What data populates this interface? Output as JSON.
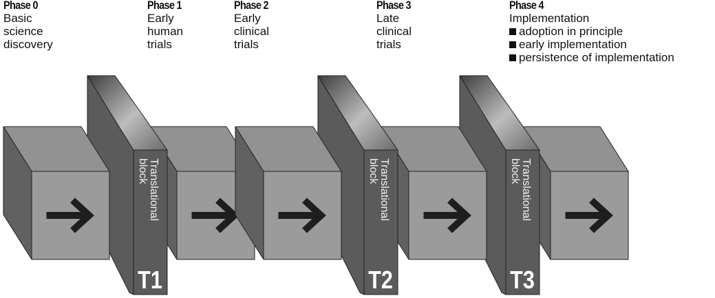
{
  "phases": [
    {
      "title": "Phase 0",
      "lines": [
        "Basic",
        "science",
        "discovery"
      ]
    },
    {
      "title": "Phase 1",
      "lines": [
        "Early",
        "human",
        "trials"
      ]
    },
    {
      "title": "Phase 2",
      "lines": [
        "Early",
        "clinical",
        "trials"
      ]
    },
    {
      "title": "Phase 3",
      "lines": [
        "Late",
        "clinical",
        "trials"
      ]
    },
    {
      "title": "Phase 4",
      "lines": [
        "Implementation"
      ],
      "bullets": [
        "adoption in principle",
        "early implementation",
        "persistence of implementation"
      ]
    }
  ],
  "blocks": [
    {
      "label": "Translational block",
      "code": "T1"
    },
    {
      "label": "Translational block",
      "code": "T2"
    },
    {
      "label": "Translational block",
      "code": "T3"
    }
  ],
  "colors": {
    "cube_front": "#9b9b9b",
    "cube_top": "#929292",
    "cube_side": "#616161",
    "slab": "#5b5b5b",
    "arrow": "#1e1e1e"
  }
}
